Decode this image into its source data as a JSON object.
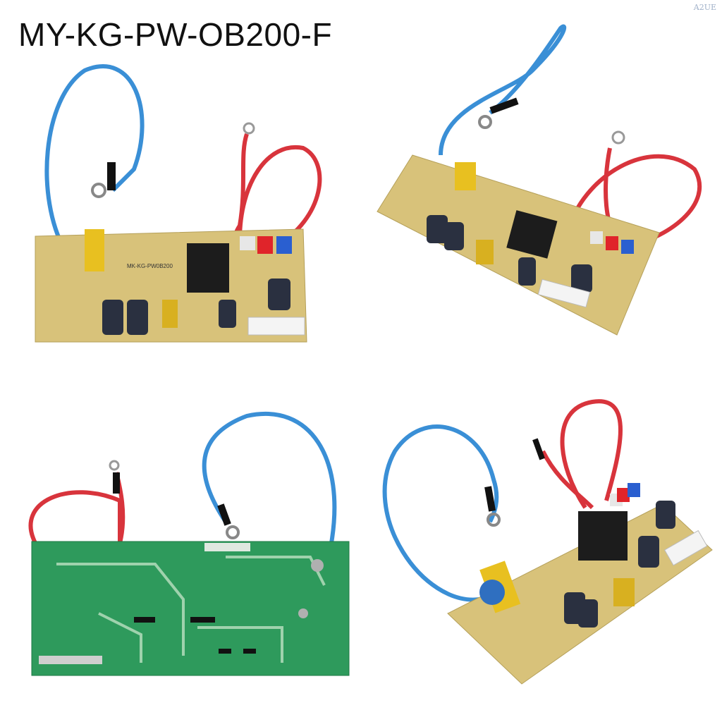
{
  "title": "MY-KG-PW-OB200-F",
  "watermark": "A2UE",
  "photos": [
    {
      "id": "top-left",
      "board_color": "beige",
      "pcb_label": "MK-KG-PW0B200"
    },
    {
      "id": "top-right",
      "board_color": "beige"
    },
    {
      "id": "bottom-left",
      "board_color": "green"
    },
    {
      "id": "bottom-right",
      "board_color": "beige"
    }
  ],
  "colors": {
    "board_beige": "#d8c27a",
    "board_green": "#2e9a5c",
    "wire_blue": "#3a8fd6",
    "wire_red": "#d8343c",
    "relay": "#1c1c1c",
    "capacitor": "#2a3040",
    "x_cap_yellow": "#e8c020"
  }
}
